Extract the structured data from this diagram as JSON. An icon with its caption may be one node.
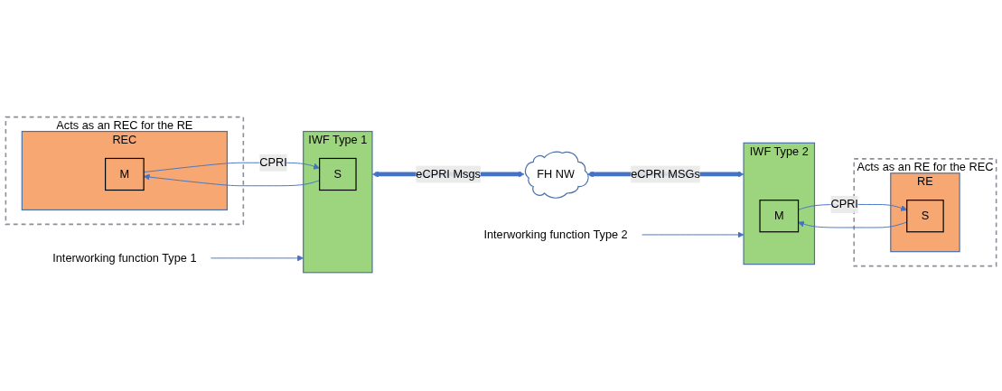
{
  "diagram": {
    "nodes": [
      {
        "text": [
          "Acts as an REC for the RE"
        ]
      },
      {
        "text": [
          "Acts as an RE for the REC"
        ]
      },
      {
        "text": [
          "REC"
        ],
        "in": 0
      },
      {
        "text": [
          "M"
        ],
        "in": 2
      },
      {
        "text": [
          "IWF Type 1"
        ]
      },
      {
        "text": [
          "S"
        ],
        "in": 4
      },
      {
        "text": [
          "FH NW"
        ]
      },
      {
        "text": [
          "IWF Type 2"
        ]
      },
      {
        "text": [
          "M"
        ],
        "in": 7
      },
      {
        "text": [
          "RE"
        ],
        "in": 1
      },
      {
        "text": [
          "S"
        ],
        "in": 9
      },
      {
        "text": [
          "Interworking function Type 1"
        ]
      },
      {
        "text": [
          "Interworking function Type 2"
        ]
      }
    ],
    "edges": [
      {
        "from": 3,
        "to": 5,
        "arrow": "to",
        "label": "CPRI"
      },
      {
        "from": 5,
        "to": 3,
        "arrow": "to"
      },
      {
        "from": 4,
        "to": 6,
        "arrow": "both",
        "label": "eCPRI Msgs",
        "style": "thick"
      },
      {
        "from": 6,
        "to": 7,
        "arrow": "both",
        "label": "eCPRI MSGs",
        "style": "thick"
      },
      {
        "from": 8,
        "to": 10,
        "arrow": "to",
        "label": "CPRI"
      },
      {
        "from": 10,
        "to": 8,
        "arrow": "to"
      },
      {
        "from": 11,
        "to": 4,
        "arrow": "to"
      },
      {
        "from": 12,
        "to": 7,
        "arrow": "to"
      }
    ]
  }
}
